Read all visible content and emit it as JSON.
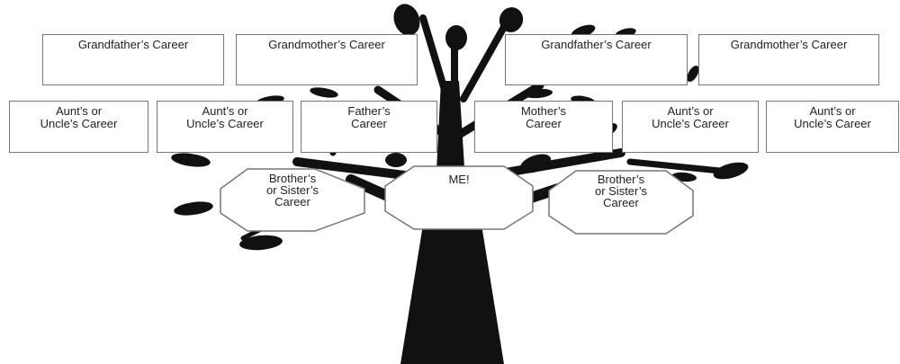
{
  "grandparents": [
    {
      "label": "Grandfather’s Career"
    },
    {
      "label": "Grandmother’s Career"
    },
    {
      "label": "Grandfather’s Career"
    },
    {
      "label": "Grandmother’s Career"
    }
  ],
  "parents_row": [
    {
      "line1": "Aunt’s or",
      "line2": "Uncle’s Career"
    },
    {
      "line1": "Aunt’s or",
      "line2": "Uncle’s Career"
    },
    {
      "line1": "Father’s",
      "line2": "Career"
    },
    {
      "line1": "Mother’s",
      "line2": "Career"
    },
    {
      "line1": "Aunt’s or",
      "line2": "Uncle’s Career"
    },
    {
      "line1": "Aunt’s or",
      "line2": "Uncle’s Career"
    }
  ],
  "siblings": [
    {
      "line1": "Brother’s",
      "line2": "or Sister’s",
      "line3": "Career"
    },
    {
      "line1": "ME!"
    },
    {
      "line1": "Brother’s",
      "line2": "or Sister’s",
      "line3": "Career"
    }
  ],
  "colors": {
    "tree": "#111111",
    "box_border": "#777777",
    "text": "#222222"
  }
}
